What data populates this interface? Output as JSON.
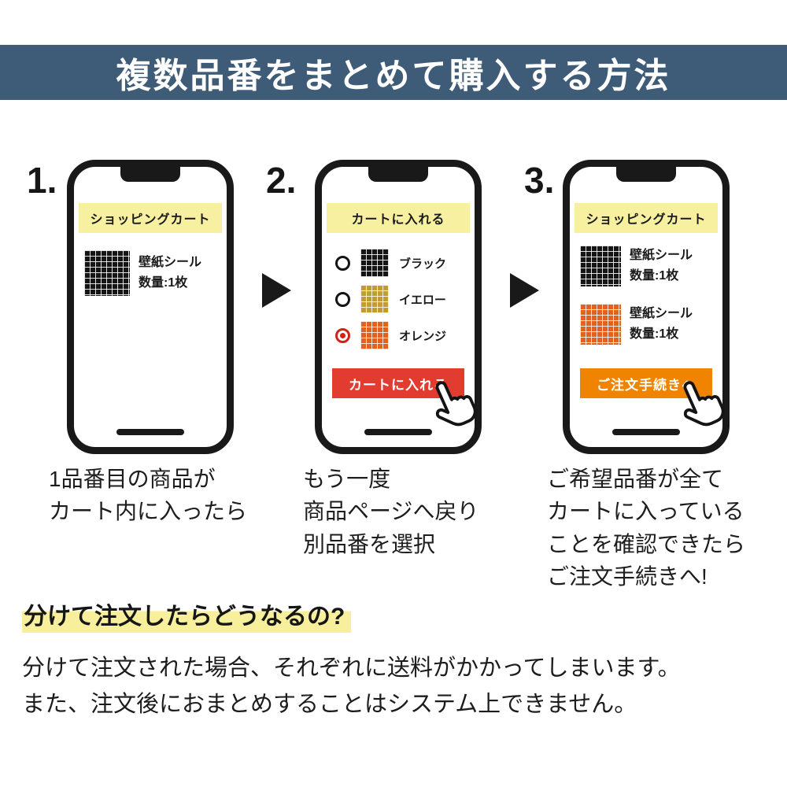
{
  "banner": {
    "title": "複数品番をまとめて購入する方法",
    "bg_color": "#3e5c77"
  },
  "steps": [
    {
      "number": "1.",
      "screen": {
        "header": "ショッピングカート",
        "items": [
          {
            "swatch": "black-grid",
            "swatch_color": "#151515",
            "name": "壁紙シール",
            "qty": "数量:1枚"
          }
        ]
      },
      "caption": "1品番目の商品が\nカート内に入ったら"
    },
    {
      "number": "2.",
      "screen": {
        "header": "カートに入れる",
        "options": [
          {
            "label": "ブラック",
            "swatch": "black-grid",
            "swatch_color": "#151515",
            "selected": false
          },
          {
            "label": "イエロー",
            "swatch": "yellow-grid",
            "swatch_color": "#c29b31",
            "selected": false
          },
          {
            "label": "オレンジ",
            "swatch": "orange-grid",
            "swatch_color": "#e2611c",
            "selected": true
          }
        ],
        "button": {
          "label": "カートに入れる",
          "color": "#e23b30"
        }
      },
      "caption": "もう一度\n商品ページへ戻り\n別品番を選択"
    },
    {
      "number": "3.",
      "screen": {
        "header": "ショッピングカート",
        "items": [
          {
            "swatch": "black-grid",
            "swatch_color": "#151515",
            "name": "壁紙シール",
            "qty": "数量:1枚"
          },
          {
            "swatch": "orange-grid",
            "swatch_color": "#e2611c",
            "name": "壁紙シール",
            "qty": "数量:1枚"
          }
        ],
        "button": {
          "label": "ご注文手続きへ",
          "color": "#f08300"
        }
      },
      "caption": "ご希望品番が全て\nカートに入っている\nことを確認できたら\nご注文手続きへ!"
    }
  ],
  "footnote": {
    "heading": "分けて注文したらどうなるの?",
    "highlight_color": "#f7ef9b",
    "lines": [
      "分けて注文された場合、それぞれに送料がかかってしまいます。",
      "また、注文後におまとめすることはシステム上できません。"
    ]
  },
  "colors": {
    "banner": "#3e5c77",
    "header_bar": "#f7f0a0",
    "cart_button": "#e23b30",
    "checkout_button": "#f08300"
  }
}
